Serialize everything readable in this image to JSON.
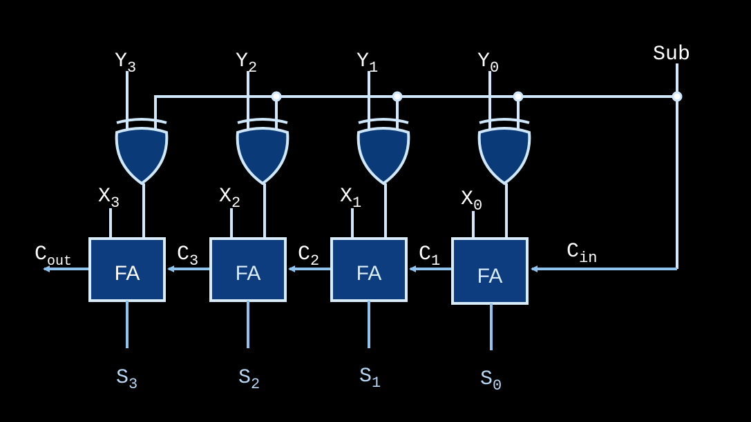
{
  "inputs": {
    "y": [
      {
        "base": "Y",
        "sub": "3"
      },
      {
        "base": "Y",
        "sub": "2"
      },
      {
        "base": "Y",
        "sub": "1"
      },
      {
        "base": "Y",
        "sub": "0"
      }
    ],
    "x": [
      {
        "base": "X",
        "sub": "3"
      },
      {
        "base": "X",
        "sub": "2"
      },
      {
        "base": "X",
        "sub": "1"
      },
      {
        "base": "X",
        "sub": "0"
      }
    ],
    "sub": "Sub"
  },
  "adders": [
    {
      "label": "FA"
    },
    {
      "label": "FA"
    },
    {
      "label": "FA"
    },
    {
      "label": "FA"
    }
  ],
  "carries": {
    "cout": {
      "base": "C",
      "sub": "out"
    },
    "internal": [
      {
        "base": "C",
        "sub": "3"
      },
      {
        "base": "C",
        "sub": "2"
      },
      {
        "base": "C",
        "sub": "1"
      }
    ],
    "cin": {
      "base": "C",
      "sub": "in"
    }
  },
  "outputs": {
    "s": [
      {
        "base": "S",
        "sub": "3"
      },
      {
        "base": "S",
        "sub": "2"
      },
      {
        "base": "S",
        "sub": "1"
      },
      {
        "base": "S",
        "sub": "0"
      }
    ]
  },
  "colors": {
    "background": "#000000",
    "wire": "#cfe8fb",
    "wire_blue": "#8ec3ee",
    "gate_fill": "#0b3a78",
    "box_fill": "#0d3d7e",
    "box_border": "#d8ecfb",
    "label_white": "#ffffff",
    "label_blue": "#b7d7f5"
  }
}
